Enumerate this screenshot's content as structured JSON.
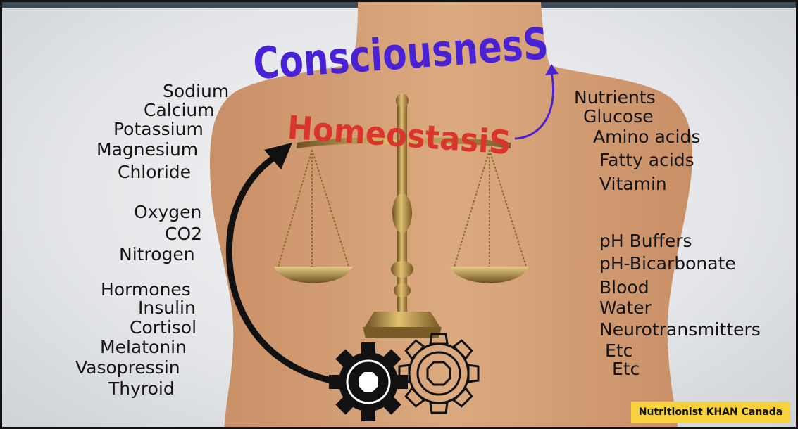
{
  "title": "ConsciousnesS",
  "subtitle": "HomeostasiS",
  "left_labels": {
    "electrolytes": [
      "Sodium",
      "Calcium",
      "Potassium",
      "Magnesium",
      "Chloride"
    ],
    "gases": [
      "Oxygen",
      "CO2",
      "Nitrogen"
    ],
    "hormones": [
      "Hormones",
      "Insulin",
      "Cortisol",
      "Melatonin",
      "Vasopressin",
      "Thyroid"
    ]
  },
  "right_labels": {
    "nutrients": [
      "Nutrients",
      "Glucose",
      "Amino acids",
      "Fatty acids",
      "Vitamin"
    ],
    "others": [
      "pH Buffers",
      "pH-Bicarbonate",
      "Blood",
      "Water",
      "Neurotransmitters",
      "Etc",
      "Etc"
    ]
  },
  "footer": "Nutritionist KHAN Canada",
  "colors": {
    "title": "#4a22d6",
    "subtitle": "#d9352b",
    "skin": "#d9a57d",
    "brass": "#b8913e",
    "footer_bg": "#f7d23e"
  }
}
